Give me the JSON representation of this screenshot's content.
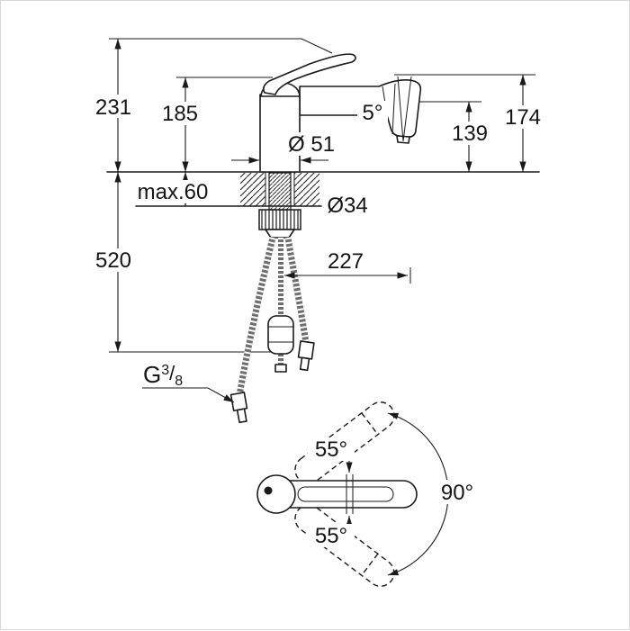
{
  "drawing": {
    "side_view": {
      "total_height": "231",
      "body_height": "185",
      "outlet_height": "139",
      "spout_top_height": "174",
      "base_diameter": "Ø 51",
      "spray_angle": "5°",
      "max_deck": "max.60",
      "shank_diameter": "Ø34",
      "below_deck_length": "520",
      "hose_reach": "227",
      "thread": {
        "prefix": "G",
        "numerator": "3",
        "slash": "/",
        "denominator": "8"
      }
    },
    "top_view": {
      "swivel_upper": "55°",
      "swivel_lower": "55°",
      "swivel_range": "90°"
    },
    "line_color": "#1a1a1a",
    "background": "#ffffff"
  }
}
